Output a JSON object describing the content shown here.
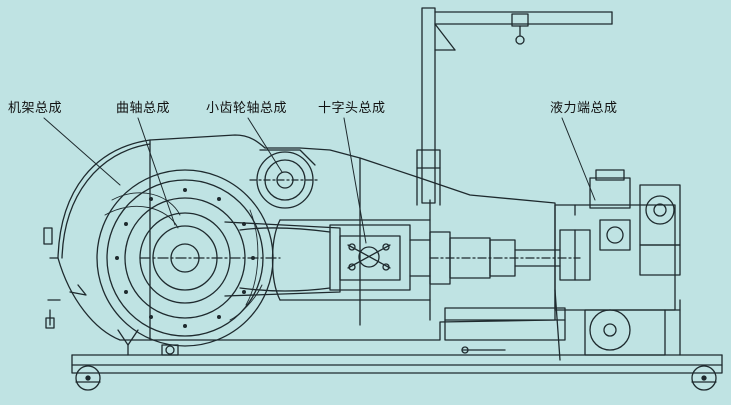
{
  "labels": {
    "frame": "机架总成",
    "crankshaft": "曲轴总成",
    "pinion_shaft": "小齿轮轴总成",
    "crosshead": "十字头总成",
    "fluid_end": "液力端总成"
  },
  "colors": {
    "background": "#bfe3e3",
    "line": "#1e2a2e"
  }
}
